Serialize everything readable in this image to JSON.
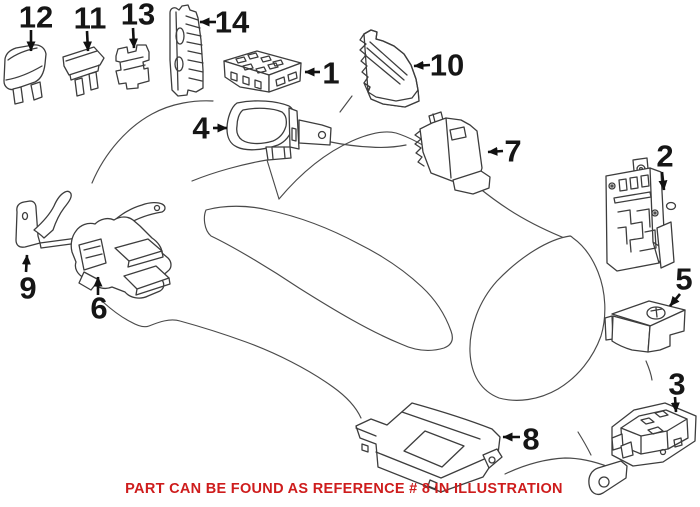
{
  "diagram": {
    "type": "parts-illustration",
    "caption": "PART CAN BE FOUND AS REFERENCE # 8 IN ILLUSTRATION",
    "caption_color": "#ce1c1c",
    "line_color": "#3d3d3d",
    "label_color": "#161616",
    "background_color": "#ffffff",
    "labels": [
      {
        "ref": "1"
      },
      {
        "ref": "2"
      },
      {
        "ref": "3"
      },
      {
        "ref": "4"
      },
      {
        "ref": "5"
      },
      {
        "ref": "6"
      },
      {
        "ref": "7"
      },
      {
        "ref": "8"
      },
      {
        "ref": "9"
      },
      {
        "ref": "10"
      },
      {
        "ref": "11"
      },
      {
        "ref": "12"
      },
      {
        "ref": "13"
      },
      {
        "ref": "14"
      }
    ]
  }
}
